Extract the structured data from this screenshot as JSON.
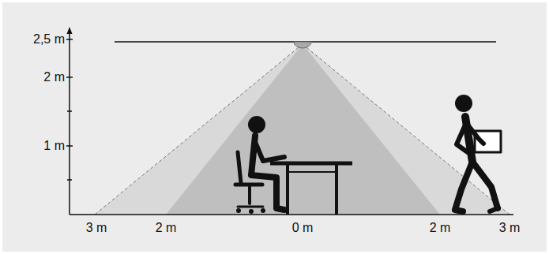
{
  "diagram": {
    "labels": [
      "2,5 m",
      "2 m",
      "1 m",
      "3 m",
      "2 m",
      "0 m",
      "2 m",
      "3 m"
    ]
  }
}
